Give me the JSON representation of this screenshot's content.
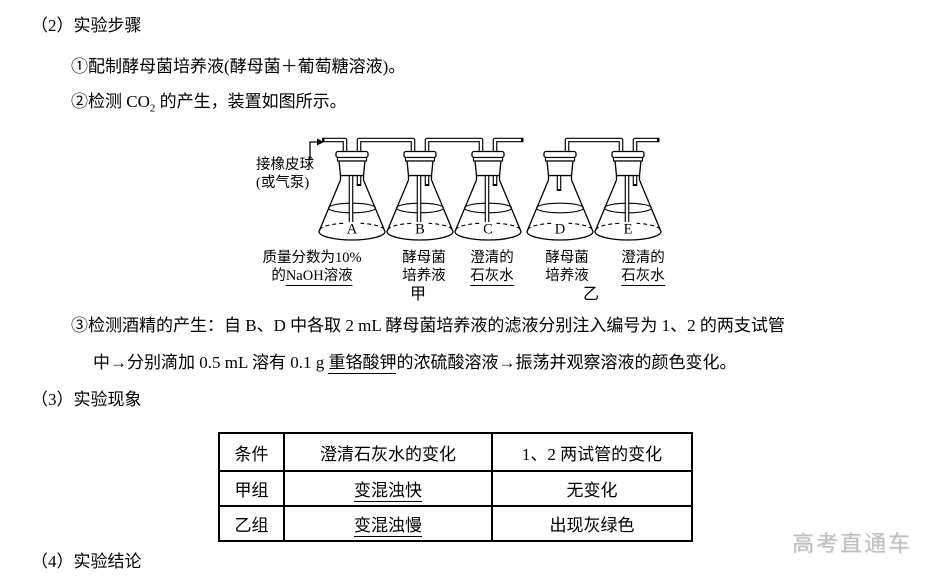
{
  "page": {
    "heading2": "（2）实验步骤",
    "step1": "①配制酵母菌培养液(酵母菌＋葡萄糖溶液)。",
    "step2": {
      "pre": "②检测 CO",
      "sub": "2",
      "post": " 的产生，装置如图所示。"
    },
    "step3": {
      "line1": "③检测酒精的产生：自 B、D 中各取 2 mL 酵母菌培养液的滤液分别注入编号为 1、2 的两支试管",
      "line2_pre": "中→分别滴加 0.5 mL 溶有 0.1 g ",
      "line2_underlined": "重铬酸钾",
      "line2_post": "的浓硫酸溶液→振荡并观察溶液的颜色变化。"
    },
    "heading3": "（3）实验现象",
    "heading4": "（4）实验结论",
    "watermark": "高考直通车"
  },
  "diagram": {
    "pump_label": [
      "接橡皮球",
      "(或气泵)"
    ],
    "flasks": [
      {
        "letter": "A",
        "lines": [
          [
            {
              "t": "质量分数为10%"
            }
          ],
          [
            {
              "t": "的"
            },
            {
              "t": "NaOH溶液",
              "u": true
            }
          ]
        ]
      },
      {
        "letter": "B",
        "lines": [
          [
            {
              "t": "酵母菌"
            }
          ],
          [
            {
              "t": "培养液"
            }
          ]
        ]
      },
      {
        "letter": "C",
        "lines": [
          [
            {
              "t": "澄清的"
            }
          ],
          [
            {
              "t": "石灰水",
              "u": true
            }
          ]
        ]
      },
      {
        "letter": "D",
        "lines": [
          [
            {
              "t": "酵母菌"
            }
          ],
          [
            {
              "t": "培养液"
            }
          ]
        ]
      },
      {
        "letter": "E",
        "lines": [
          [
            {
              "t": "澄清的"
            }
          ],
          [
            {
              "t": "石灰水",
              "u": true
            }
          ]
        ]
      }
    ],
    "groups": [
      {
        "label": "甲"
      },
      {
        "label": "乙"
      }
    ]
  },
  "table": {
    "headers": [
      "条件",
      "澄清石灰水的变化",
      "1、2 两试管的变化"
    ],
    "rows": [
      {
        "cells": [
          [
            {
              "t": "甲组"
            }
          ],
          [
            {
              "t": "变混浊快",
              "u": true
            }
          ],
          [
            {
              "t": "无变化"
            }
          ]
        ]
      },
      {
        "cells": [
          [
            {
              "t": "乙组"
            }
          ],
          [
            {
              "t": "变混浊慢",
              "u": true
            }
          ],
          [
            {
              "t": "出现灰绿色"
            }
          ]
        ]
      }
    ]
  },
  "colors": {
    "text": "#000000",
    "border": "#000000",
    "watermark": "#c0c0c0"
  }
}
